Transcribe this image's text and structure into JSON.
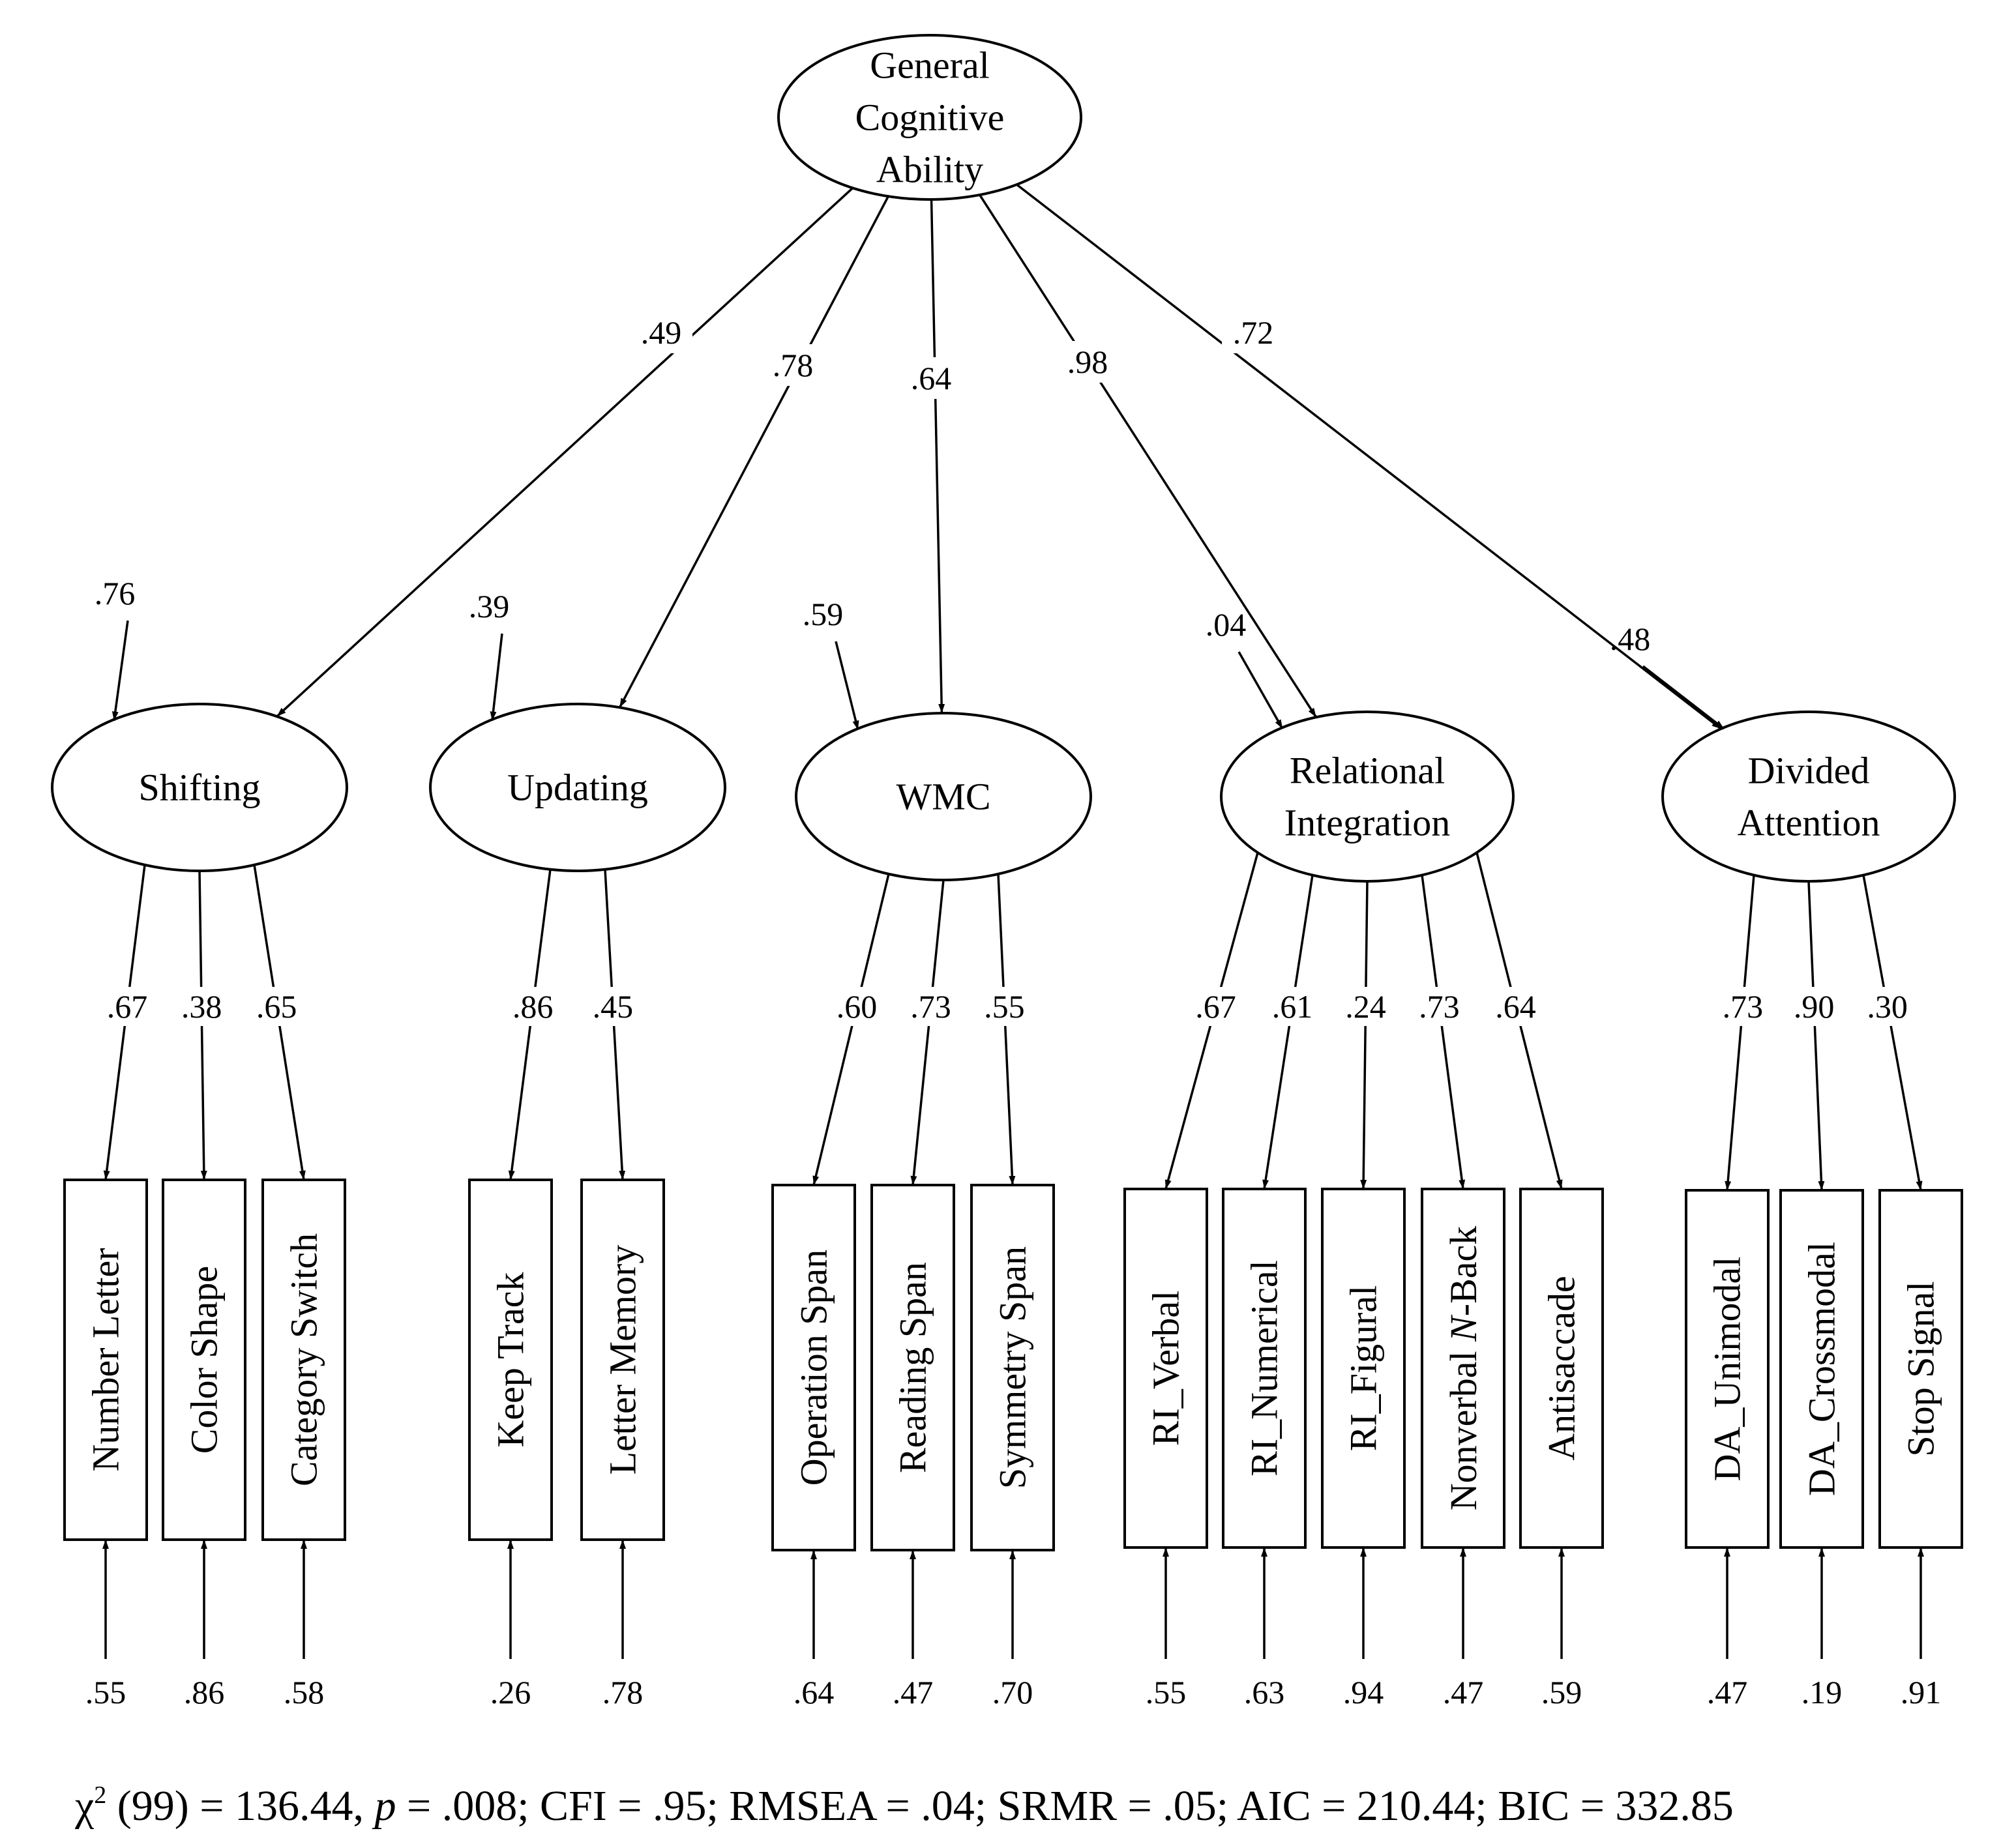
{
  "general_factor": {
    "label_lines": [
      "General",
      "Cognitive",
      "Ability"
    ]
  },
  "factors": [
    {
      "id": "shifting",
      "label_lines": [
        "Shifting"
      ],
      "loading_from_general": ".49",
      "disturbance": ".76",
      "indicators": [
        {
          "name": "Number Letter",
          "loading": ".67",
          "residual": ".55"
        },
        {
          "name": "Color Shape",
          "loading": ".38",
          "residual": ".86"
        },
        {
          "name": "Category Switch",
          "loading": ".65",
          "residual": ".58"
        }
      ]
    },
    {
      "id": "updating",
      "label_lines": [
        "Updating"
      ],
      "loading_from_general": ".78",
      "disturbance": ".39",
      "indicators": [
        {
          "name": "Keep Track",
          "loading": ".86",
          "residual": ".26"
        },
        {
          "name": "Letter Memory",
          "loading": ".45",
          "residual": ".78"
        }
      ]
    },
    {
      "id": "wmc",
      "label_lines": [
        "WMC"
      ],
      "loading_from_general": ".64",
      "disturbance": ".59",
      "indicators": [
        {
          "name": "Operation Span",
          "loading": ".60",
          "residual": ".64"
        },
        {
          "name": "Reading Span",
          "loading": ".73",
          "residual": ".47"
        },
        {
          "name": "Symmetry Span",
          "loading": ".55",
          "residual": ".70"
        }
      ]
    },
    {
      "id": "relational-integration",
      "label_lines": [
        "Relational",
        "Integration"
      ],
      "loading_from_general": ".98",
      "disturbance": ".04",
      "indicators": [
        {
          "name": "RI_Verbal",
          "loading": ".67",
          "residual": ".55"
        },
        {
          "name": "RI_Numerical",
          "loading": ".61",
          "residual": ".63"
        },
        {
          "name": "RI_Figural",
          "loading": ".24",
          "residual": ".94"
        },
        {
          "name": "Nonverbal N-Back",
          "loading": ".73",
          "residual": ".47"
        },
        {
          "name": "Antisaccade",
          "loading": ".64",
          "residual": ".59"
        }
      ]
    },
    {
      "id": "divided-attention",
      "label_lines": [
        "Divided",
        "Attention"
      ],
      "loading_from_general": ".72",
      "disturbance": ".48",
      "indicators": [
        {
          "name": "DA_Unimodal",
          "loading": ".73",
          "residual": ".47"
        },
        {
          "name": "DA_Crossmodal",
          "loading": ".90",
          "residual": ".19"
        },
        {
          "name": "Stop Signal",
          "loading": ".30",
          "residual": ".91"
        }
      ]
    }
  ],
  "fit": {
    "chi_symbol": "χ",
    "chi_sup": "2",
    "df_part": " (99) = 136.44, ",
    "p_symbol": "p",
    "rest": " = .008; CFI = .95; RMSEA = .04; SRMR = .05; AIC = 210.44; BIC = 332.85"
  }
}
